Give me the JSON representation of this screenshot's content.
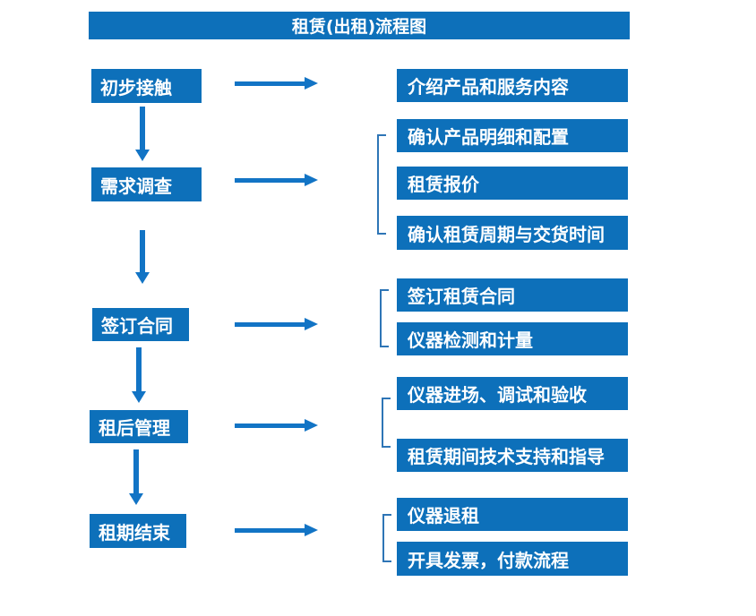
{
  "title": "租赁(出租)流程图",
  "colors": {
    "box_blue": "#0d70ba",
    "arrow_blue": "#1274c5",
    "bracket_blue": "#2e75b6",
    "text_white": "#ffffff",
    "background": "#ffffff"
  },
  "rows": [
    {
      "stage": "初步接触",
      "details": [
        "介绍产品和服务内容"
      ]
    },
    {
      "stage": "需求调查",
      "details": [
        "确认产品明细和配置",
        "租赁报价",
        "确认租赁周期与交货时间"
      ]
    },
    {
      "stage": "签订合同",
      "details": [
        "签订租赁合同",
        "仪器检测和计量"
      ]
    },
    {
      "stage": "租后管理",
      "details": [
        "仪器进场、调试和验收",
        "租赁期间技术支持和指导"
      ]
    },
    {
      "stage": "租期结束",
      "details": [
        "仪器退租",
        "开具发票，付款流程"
      ]
    }
  ]
}
